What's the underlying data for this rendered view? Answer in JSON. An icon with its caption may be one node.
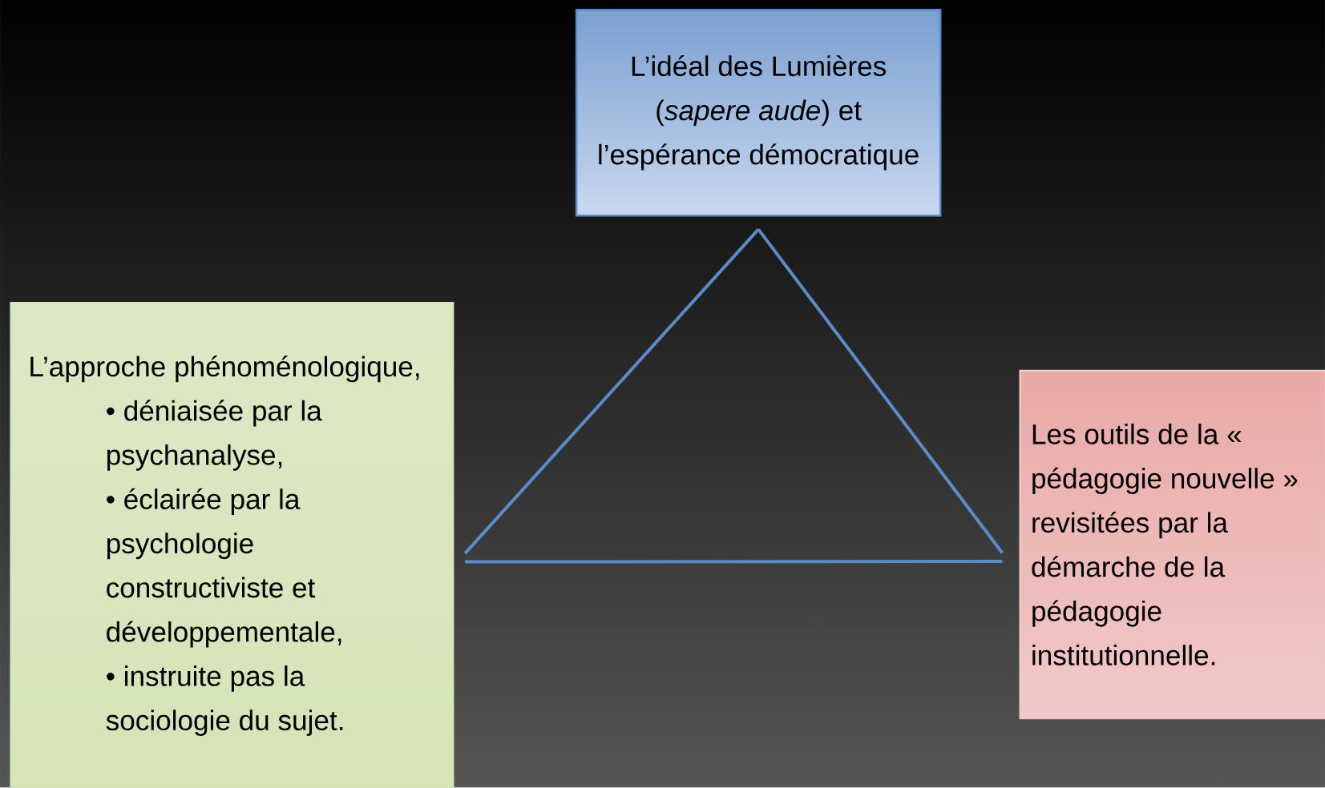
{
  "diagram": {
    "nodes": [
      {
        "text": [
          "L’idéal des Lumières (*sapere aude*) et l’espérance démocratique"
        ]
      },
      {
        "text": [
          "L’approche phénoménologique,",
          "• déniaisée par la psychanalyse,",
          "• éclairée par la psychologie constructiviste et développementale,",
          "• instruite pas la sociologie du sujet."
        ]
      },
      {
        "text": [
          "Les outils de la « pédagogie nouvelle » revisitées par la démarche de la pédagogie institutionnelle."
        ]
      }
    ],
    "edges": [
      {
        "from": 0,
        "to": 1,
        "arrow": "none"
      },
      {
        "from": 0,
        "to": 2,
        "arrow": "none"
      },
      {
        "from": 1,
        "to": 2,
        "arrow": "none"
      }
    ]
  }
}
